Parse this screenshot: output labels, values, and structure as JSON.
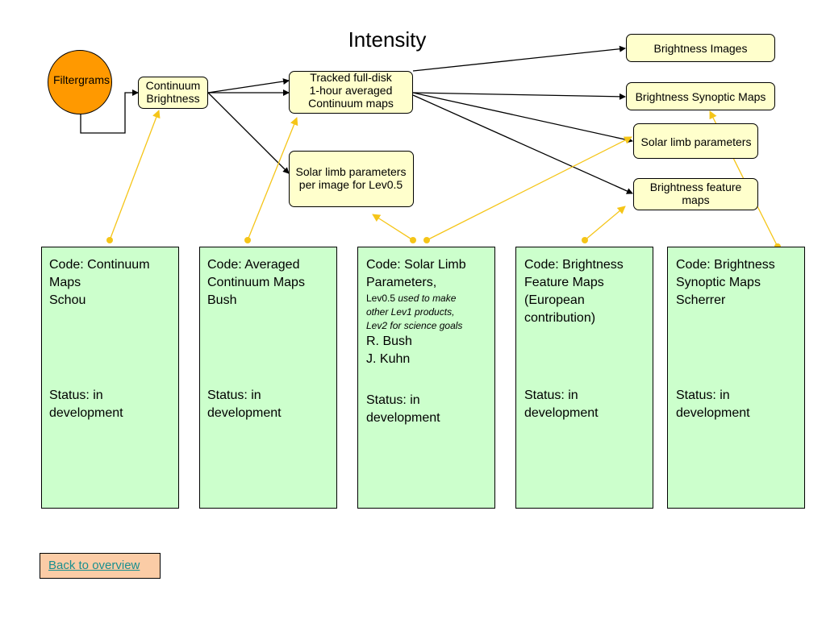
{
  "title": "Intensity",
  "source": "Filtergrams",
  "nodes": {
    "continuum": [
      "Continuum",
      "Brightness"
    ],
    "tracked": [
      "Tracked full-disk",
      "1-hour averaged",
      "Continuum maps"
    ],
    "limb_lev05": [
      "Solar limb parameters",
      "per image for Lev0.5"
    ],
    "brightness_images": "Brightness Images",
    "synoptic": "Brightness Synoptic Maps",
    "limb": "Solar limb parameters",
    "feature": [
      "Brightness feature",
      "maps"
    ]
  },
  "cards": [
    {
      "lines": [
        "Code: Continuum",
        "Maps",
        "Schou"
      ],
      "status": [
        "Status: in",
        "development"
      ]
    },
    {
      "lines": [
        "Code: Averaged",
        "Continuum Maps",
        "Bush"
      ],
      "status": [
        "Status: in",
        "development"
      ]
    },
    {
      "lines": [
        "Code: Solar Limb",
        "Parameters,"
      ],
      "note_prefix": "Lev0.5",
      "note": [
        " used to make",
        "other Lev1 products,",
        "Lev2 for science goals"
      ],
      "people": [
        "R. Bush",
        "J. Kuhn"
      ],
      "status": [
        "Status: in",
        "development"
      ]
    },
    {
      "lines": [
        "Code: Brightness",
        "Feature Maps",
        "(European",
        "contribution)"
      ],
      "status": [
        "Status: in",
        "development"
      ]
    },
    {
      "lines": [
        "Code: Brightness",
        "Synoptic Maps",
        "Scherrer"
      ],
      "status": [
        "Status: in",
        "development"
      ]
    }
  ],
  "back_link": "Back to overview",
  "colors": {
    "circle": "#ff9900",
    "node_fill": "#ffffcc",
    "card_fill": "#ccffcc",
    "connector_yellow": "#f5c518",
    "back_fill": "#fbcca6",
    "link": "#1a8f8f"
  }
}
